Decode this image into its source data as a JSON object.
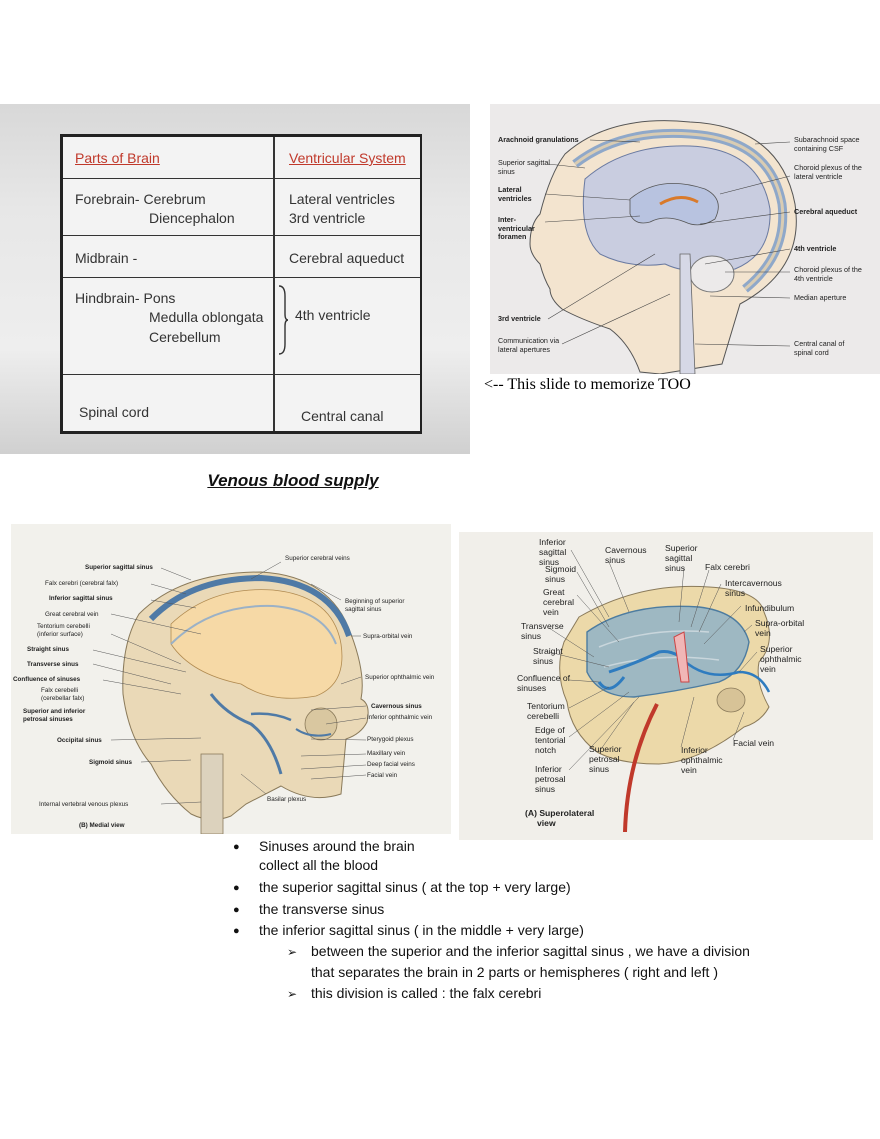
{
  "brain_table": {
    "headers": [
      "Parts of Brain",
      "Ventricular System"
    ],
    "rows": [
      {
        "part_lines": [
          "Forebrain- Cerebrum",
          "Diencephalon"
        ],
        "ventricle_lines": [
          "Lateral ventricles",
          "3rd ventricle"
        ]
      },
      {
        "part_lines": [
          "Midbrain -"
        ],
        "ventricle_lines": [
          "Cerebral aqueduct"
        ]
      },
      {
        "part_lines": [
          "Hindbrain- Pons",
          "Medulla oblongata",
          "Cerebellum"
        ],
        "ventricle_lines": [
          "4th ventricle"
        ]
      },
      {
        "part_lines": [
          "Spinal cord"
        ],
        "ventricle_lines": [
          "Central canal"
        ]
      }
    ]
  },
  "ventricle_diagram": {
    "left_labels": [
      "Arachnoid granulations",
      "Superior sagittal sinus",
      "Lateral ventricles",
      "Inter-ventricular foramen",
      "3rd ventricle",
      "Communication via lateral apertures"
    ],
    "right_labels": [
      "Subarachnoid space containing CSF",
      "Choroid plexus of the lateral ventricle",
      "Cerebral aqueduct",
      "4th ventricle",
      "Choroid plexus of the 4th ventricle",
      "Median aperture",
      "Central canal of spinal cord"
    ]
  },
  "memo_note": "<-- This slide to memorize TOO",
  "section_title": "Venous blood supply",
  "medial_view": {
    "left_labels": [
      "Superior sagittal sinus",
      "Falx cerebri (cerebral falx)",
      "Inferior sagittal sinus",
      "Great cerebral vein",
      "Tentorium cerebelli (inferior surface)",
      "Straight sinus",
      "Transverse sinus",
      "Confluence of sinuses",
      "Falx cerebelli (cerebellar falx)",
      "Superior and inferior petrosal sinuses",
      "Occipital sinus",
      "Sigmoid sinus",
      "Internal vertebral venous plexus"
    ],
    "right_labels": [
      "Superior cerebral veins",
      "Beginning of superior sagittal sinus",
      "Supra-orbital vein",
      "Superior ophthalmic vein",
      "Cavernous sinus",
      "Inferior ophthalmic vein",
      "Pterygoid plexus",
      "Maxillary vein",
      "Deep facial veins",
      "Facial vein",
      "Basilar plexus"
    ],
    "caption": "(B) Medial view"
  },
  "superolateral_view": {
    "top_labels": [
      "Inferior sagittal sinus",
      "Cavernous sinus",
      "Superior sagittal sinus",
      "Falx cerebri"
    ],
    "left_labels": [
      "Sigmoid sinus",
      "Great cerebral vein",
      "Transverse sinus",
      "Straight sinus",
      "Confluence of sinuses",
      "Tentorium cerebelli",
      "Edge of tentorial notch",
      "Inferior petrosal sinus"
    ],
    "right_labels": [
      "Intercavernous sinus",
      "Infundibulum",
      "Supra-orbital vein",
      "Superior ophthalmic vein",
      "Facial vein"
    ],
    "bottom_labels": [
      "Superior petrosal sinus",
      "Inferior ophthalmic vein"
    ],
    "caption_lines": [
      "(A) Superolateral",
      "view"
    ]
  },
  "notes": {
    "bullets": [
      [
        "Sinuses around the brain",
        "collect all the blood"
      ],
      [
        "the superior sagittal sinus ( at the top + very large)"
      ],
      [
        "the transverse sinus"
      ],
      [
        "the inferior sagittal sinus ( in the middle + very large)"
      ]
    ],
    "sub_bullets": [
      [
        "between the superior and the inferior sagittal sinus , we have a division",
        "that separates the brain in 2 parts or hemispheres ( right and left )"
      ],
      [
        "this division is called : the falx cerebri"
      ]
    ],
    "bullet_glyph": "●",
    "arrow_glyph": "➢"
  }
}
